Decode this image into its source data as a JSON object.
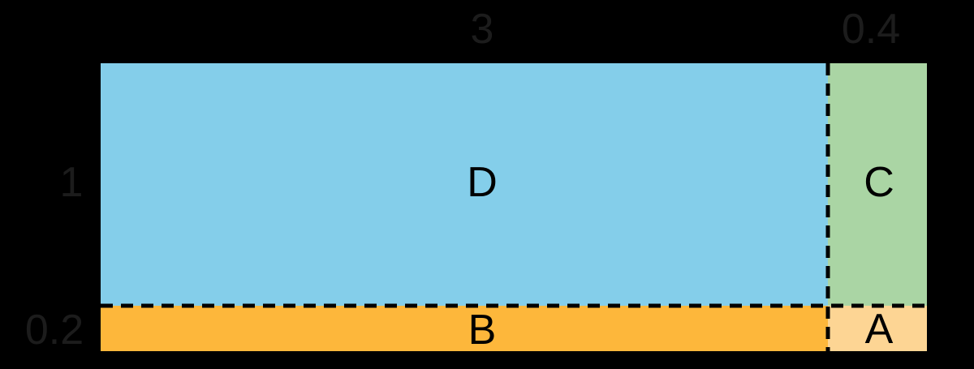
{
  "colors": {
    "background": "#000000",
    "outer_label": "#1c1c1c",
    "inner_label": "#000000",
    "dashed_line": "#000000"
  },
  "edge_labels": {
    "top_major": "3",
    "top_minor": "0.4",
    "side_major": "1",
    "side_minor": "0.2"
  },
  "regions": {
    "d": {
      "label": "D",
      "width": "3",
      "height": "1",
      "color": "#84CEEA"
    },
    "c": {
      "label": "C",
      "width": "0.4",
      "height": "1",
      "color": "#AAD5A4"
    },
    "b": {
      "label": "B",
      "width": "3",
      "height": "0.2",
      "color": "#FDB73B"
    },
    "a": {
      "label": "A",
      "width": "0.4",
      "height": "0.2",
      "color": "#FDD594"
    }
  }
}
